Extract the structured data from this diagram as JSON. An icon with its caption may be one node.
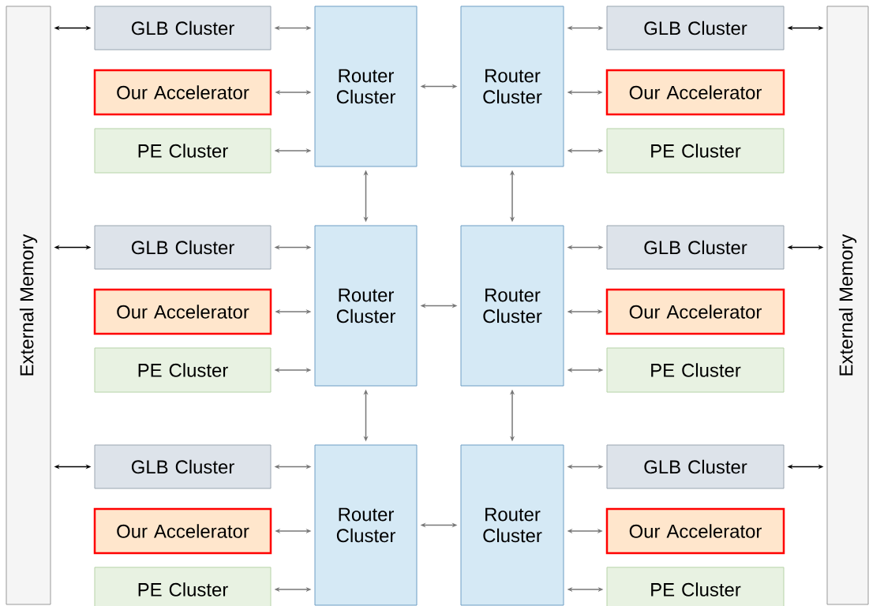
{
  "diagram": {
    "nodes": [
      {
        "text": [
          "External Memory"
        ]
      },
      {
        "text": [
          "External Memory"
        ]
      },
      {
        "text": [
          "GLB Cluster"
        ]
      },
      {
        "text": [
          "Router Cluster"
        ]
      },
      {
        "text": [
          "Router Cluster"
        ]
      },
      {
        "text": [
          "GLB Cluster"
        ]
      },
      {
        "text": [
          "Our Accelerator"
        ]
      },
      {
        "text": [
          "Our Accelerator"
        ]
      },
      {
        "text": [
          "PE Cluster"
        ]
      },
      {
        "text": [
          "PE Cluster"
        ]
      },
      {
        "text": [
          "GLB Cluster"
        ]
      },
      {
        "text": [
          "Router Cluster"
        ]
      },
      {
        "text": [
          "Router Cluster"
        ]
      },
      {
        "text": [
          "GLB Cluster"
        ]
      },
      {
        "text": [
          "Our Accelerator"
        ]
      },
      {
        "text": [
          "Our Accelerator"
        ]
      },
      {
        "text": [
          "PE Cluster"
        ]
      },
      {
        "text": [
          "PE Cluster"
        ]
      },
      {
        "text": [
          "GLB Cluster"
        ]
      },
      {
        "text": [
          "Router Cluster"
        ]
      },
      {
        "text": [
          "Router Cluster"
        ]
      },
      {
        "text": [
          "GLB Cluster"
        ]
      },
      {
        "text": [
          "Our Accelerator"
        ]
      },
      {
        "text": [
          "Our Accelerator"
        ]
      },
      {
        "text": [
          "PE Cluster"
        ]
      },
      {
        "text": [
          "PE Cluster"
        ]
      }
    ],
    "edges": [
      {
        "from": 0,
        "to": 2,
        "arrow": "both",
        "color": "#000000"
      },
      {
        "from": 2,
        "to": 3,
        "arrow": "both"
      },
      {
        "from": 6,
        "to": 3,
        "arrow": "both"
      },
      {
        "from": 8,
        "to": 3,
        "arrow": "both"
      },
      {
        "from": 3,
        "to": 4,
        "arrow": "both"
      },
      {
        "from": 4,
        "to": 5,
        "arrow": "both"
      },
      {
        "from": 4,
        "to": 7,
        "arrow": "both"
      },
      {
        "from": 4,
        "to": 9,
        "arrow": "both"
      },
      {
        "from": 5,
        "to": 1,
        "arrow": "both",
        "color": "#000000"
      },
      {
        "from": 3,
        "to": 11,
        "arrow": "both"
      },
      {
        "from": 4,
        "to": 12,
        "arrow": "both"
      },
      {
        "from": 0,
        "to": 10,
        "arrow": "both",
        "color": "#000000"
      },
      {
        "from": 10,
        "to": 11,
        "arrow": "both"
      },
      {
        "from": 14,
        "to": 11,
        "arrow": "both"
      },
      {
        "from": 16,
        "to": 11,
        "arrow": "both"
      },
      {
        "from": 11,
        "to": 12,
        "arrow": "both"
      },
      {
        "from": 12,
        "to": 13,
        "arrow": "both"
      },
      {
        "from": 12,
        "to": 15,
        "arrow": "both"
      },
      {
        "from": 12,
        "to": 17,
        "arrow": "both"
      },
      {
        "from": 13,
        "to": 1,
        "arrow": "both",
        "color": "#000000"
      },
      {
        "from": 11,
        "to": 19,
        "arrow": "both"
      },
      {
        "from": 12,
        "to": 20,
        "arrow": "both"
      },
      {
        "from": 0,
        "to": 18,
        "arrow": "both",
        "color": "#000000"
      },
      {
        "from": 18,
        "to": 19,
        "arrow": "both"
      },
      {
        "from": 22,
        "to": 19,
        "arrow": "both"
      },
      {
        "from": 24,
        "to": 19,
        "arrow": "both"
      },
      {
        "from": 19,
        "to": 20,
        "arrow": "both"
      },
      {
        "from": 20,
        "to": 21,
        "arrow": "both"
      },
      {
        "from": 20,
        "to": 23,
        "arrow": "both"
      },
      {
        "from": 20,
        "to": 25,
        "arrow": "both"
      },
      {
        "from": 21,
        "to": 1,
        "arrow": "both",
        "color": "#000000"
      }
    ]
  }
}
